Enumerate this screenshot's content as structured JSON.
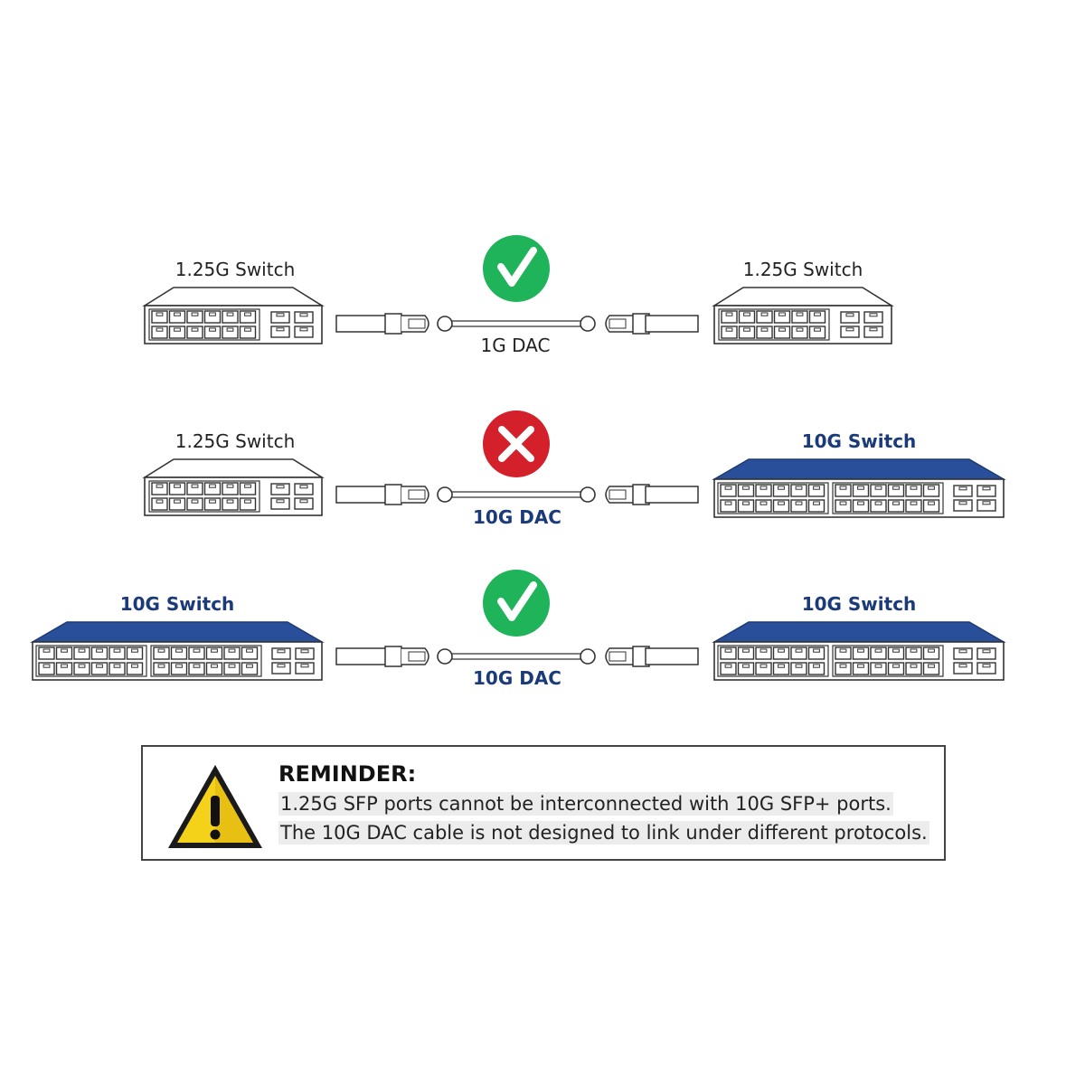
{
  "rows": [
    {
      "status": "compatible",
      "status_icon": "check-icon",
      "status_color": "#1fb35a",
      "left_switch": {
        "label": "1.25G Switch",
        "kind": "1.25G"
      },
      "right_switch": {
        "label": "1.25G Switch",
        "kind": "1.25G"
      },
      "cable_label": "1G DAC",
      "cable_label_style": "normal"
    },
    {
      "status": "incompatible",
      "status_icon": "cross-icon",
      "status_color": "#d3202a",
      "left_switch": {
        "label": "1.25G Switch",
        "kind": "1.25G"
      },
      "right_switch": {
        "label": "10G Switch",
        "kind": "10G"
      },
      "cable_label": "10G DAC",
      "cable_label_style": "blue"
    },
    {
      "status": "compatible",
      "status_icon": "check-icon",
      "status_color": "#1fb35a",
      "left_switch": {
        "label": "10G Switch",
        "kind": "10G"
      },
      "right_switch": {
        "label": "10G Switch",
        "kind": "10G"
      },
      "cable_label": "10G DAC",
      "cable_label_style": "blue"
    }
  ],
  "colors": {
    "switch_10g_top": "#2a4f9a",
    "label_blue": "#1b3a7a",
    "warning_yellow": "#f5d21a"
  },
  "reminder": {
    "icon": "warning-icon",
    "title": "REMINDER:",
    "lines": [
      "1.25G SFP ports cannot be interconnected with 10G SFP+ ports.",
      "The 10G DAC cable is not designed to link under different protocols."
    ]
  }
}
